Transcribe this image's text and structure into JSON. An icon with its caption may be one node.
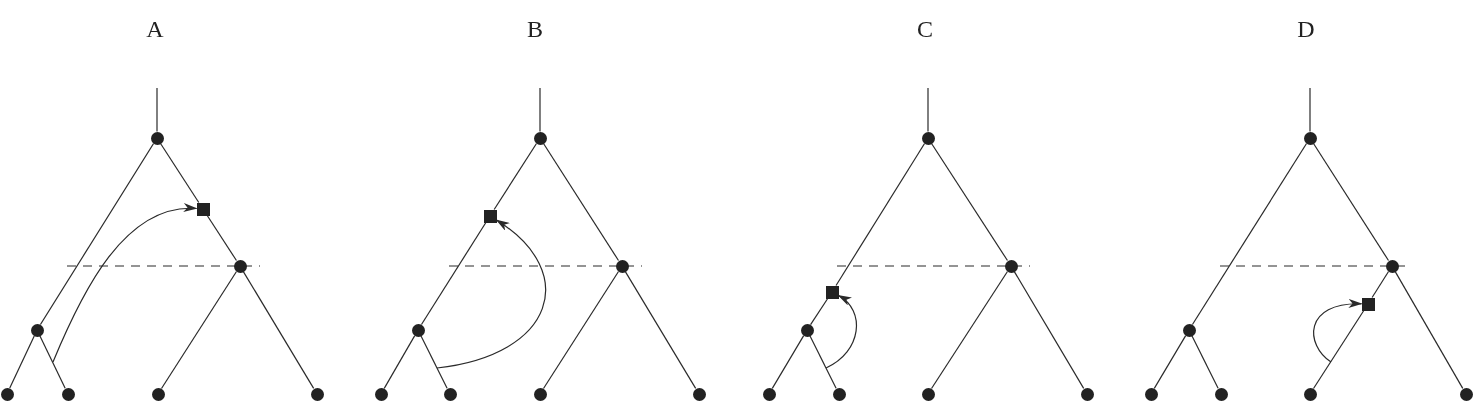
{
  "diagram": {
    "nodes": [
      {
        "text": [],
        "shape": "circle"
      },
      {
        "text": [],
        "shape": "square"
      },
      {
        "text": [],
        "shape": "circle"
      },
      {
        "text": [],
        "shape": "circle"
      },
      {
        "text": [],
        "shape": "circle"
      },
      {
        "text": [],
        "shape": "circle"
      },
      {
        "text": [],
        "shape": "circle"
      },
      {
        "text": [],
        "shape": "circle"
      },
      {
        "text": [],
        "shape": "circle"
      },
      {
        "text": [],
        "shape": "square"
      },
      {
        "text": [],
        "shape": "circle"
      },
      {
        "text": [],
        "shape": "circle"
      },
      {
        "text": [],
        "shape": "circle"
      },
      {
        "text": [],
        "shape": "circle"
      },
      {
        "text": [],
        "shape": "circle"
      },
      {
        "text": [],
        "shape": "circle"
      },
      {
        "text": [],
        "shape": "circle"
      },
      {
        "text": [],
        "shape": "square"
      },
      {
        "text": [],
        "shape": "circle"
      },
      {
        "text": [],
        "shape": "circle"
      },
      {
        "text": [],
        "shape": "circle"
      },
      {
        "text": [],
        "shape": "circle"
      },
      {
        "text": [],
        "shape": "circle"
      },
      {
        "text": [],
        "shape": "circle"
      },
      {
        "text": [],
        "shape": "circle"
      },
      {
        "text": [],
        "shape": "square"
      },
      {
        "text": [],
        "shape": "circle"
      },
      {
        "text": [],
        "shape": "circle"
      },
      {
        "text": [],
        "shape": "circle"
      },
      {
        "text": [],
        "shape": "circle"
      },
      {
        "text": [],
        "shape": "circle"
      },
      {
        "text": [],
        "shape": "circle"
      }
    ],
    "edges": [
      {
        "from": null,
        "to": 0,
        "arrow": "none"
      },
      {
        "from": 0,
        "to": 2,
        "arrow": "none"
      },
      {
        "from": 0,
        "to": 1,
        "arrow": "none"
      },
      {
        "from": 1,
        "to": 3,
        "arrow": "none"
      },
      {
        "from": 2,
        "to": 4,
        "arrow": "none"
      },
      {
        "from": 2,
        "to": 5,
        "arrow": "none"
      },
      {
        "from": 3,
        "to": 6,
        "arrow": "none"
      },
      {
        "from": 3,
        "to": 7,
        "arrow": "none"
      },
      {
        "from": null,
        "to": 1,
        "arrow": "to"
      },
      {
        "from": null,
        "to": 8,
        "arrow": "none"
      },
      {
        "from": 8,
        "to": 9,
        "arrow": "none"
      },
      {
        "from": 9,
        "to": 10,
        "arrow": "none"
      },
      {
        "from": 8,
        "to": 11,
        "arrow": "none"
      },
      {
        "from": 10,
        "to": 12,
        "arrow": "none"
      },
      {
        "from": 10,
        "to": 13,
        "arrow": "none"
      },
      {
        "from": 11,
        "to": 14,
        "arrow": "none"
      },
      {
        "from": 11,
        "to": 15,
        "arrow": "none"
      },
      {
        "from": null,
        "to": 9,
        "arrow": "to"
      },
      {
        "from": null,
        "to": 16,
        "arrow": "none"
      },
      {
        "from": 16,
        "to": 17,
        "arrow": "none"
      },
      {
        "from": 17,
        "to": 18,
        "arrow": "none"
      },
      {
        "from": 16,
        "to": 19,
        "arrow": "none"
      },
      {
        "from": 18,
        "to": 20,
        "arrow": "none"
      },
      {
        "from": 18,
        "to": 21,
        "arrow": "none"
      },
      {
        "from": 19,
        "to": 22,
        "arrow": "none"
      },
      {
        "from": 19,
        "to": 23,
        "arrow": "none"
      },
      {
        "from": null,
        "to": 17,
        "arrow": "to"
      },
      {
        "from": null,
        "to": 24,
        "arrow": "none"
      },
      {
        "from": 24,
        "to": 26,
        "arrow": "none"
      },
      {
        "from": 24,
        "to": 27,
        "arrow": "none"
      },
      {
        "from": 26,
        "to": 28,
        "arrow": "none"
      },
      {
        "from": 26,
        "to": 29,
        "arrow": "none"
      },
      {
        "from": 27,
        "to": 25,
        "arrow": "none"
      },
      {
        "from": 25,
        "to": 30,
        "arrow": "none"
      },
      {
        "from": 27,
        "to": 31,
        "arrow": "none"
      },
      {
        "from": null,
        "to": 25,
        "arrow": "to"
      }
    ],
    "labels": [
      "A",
      "B",
      "C",
      "D"
    ]
  }
}
